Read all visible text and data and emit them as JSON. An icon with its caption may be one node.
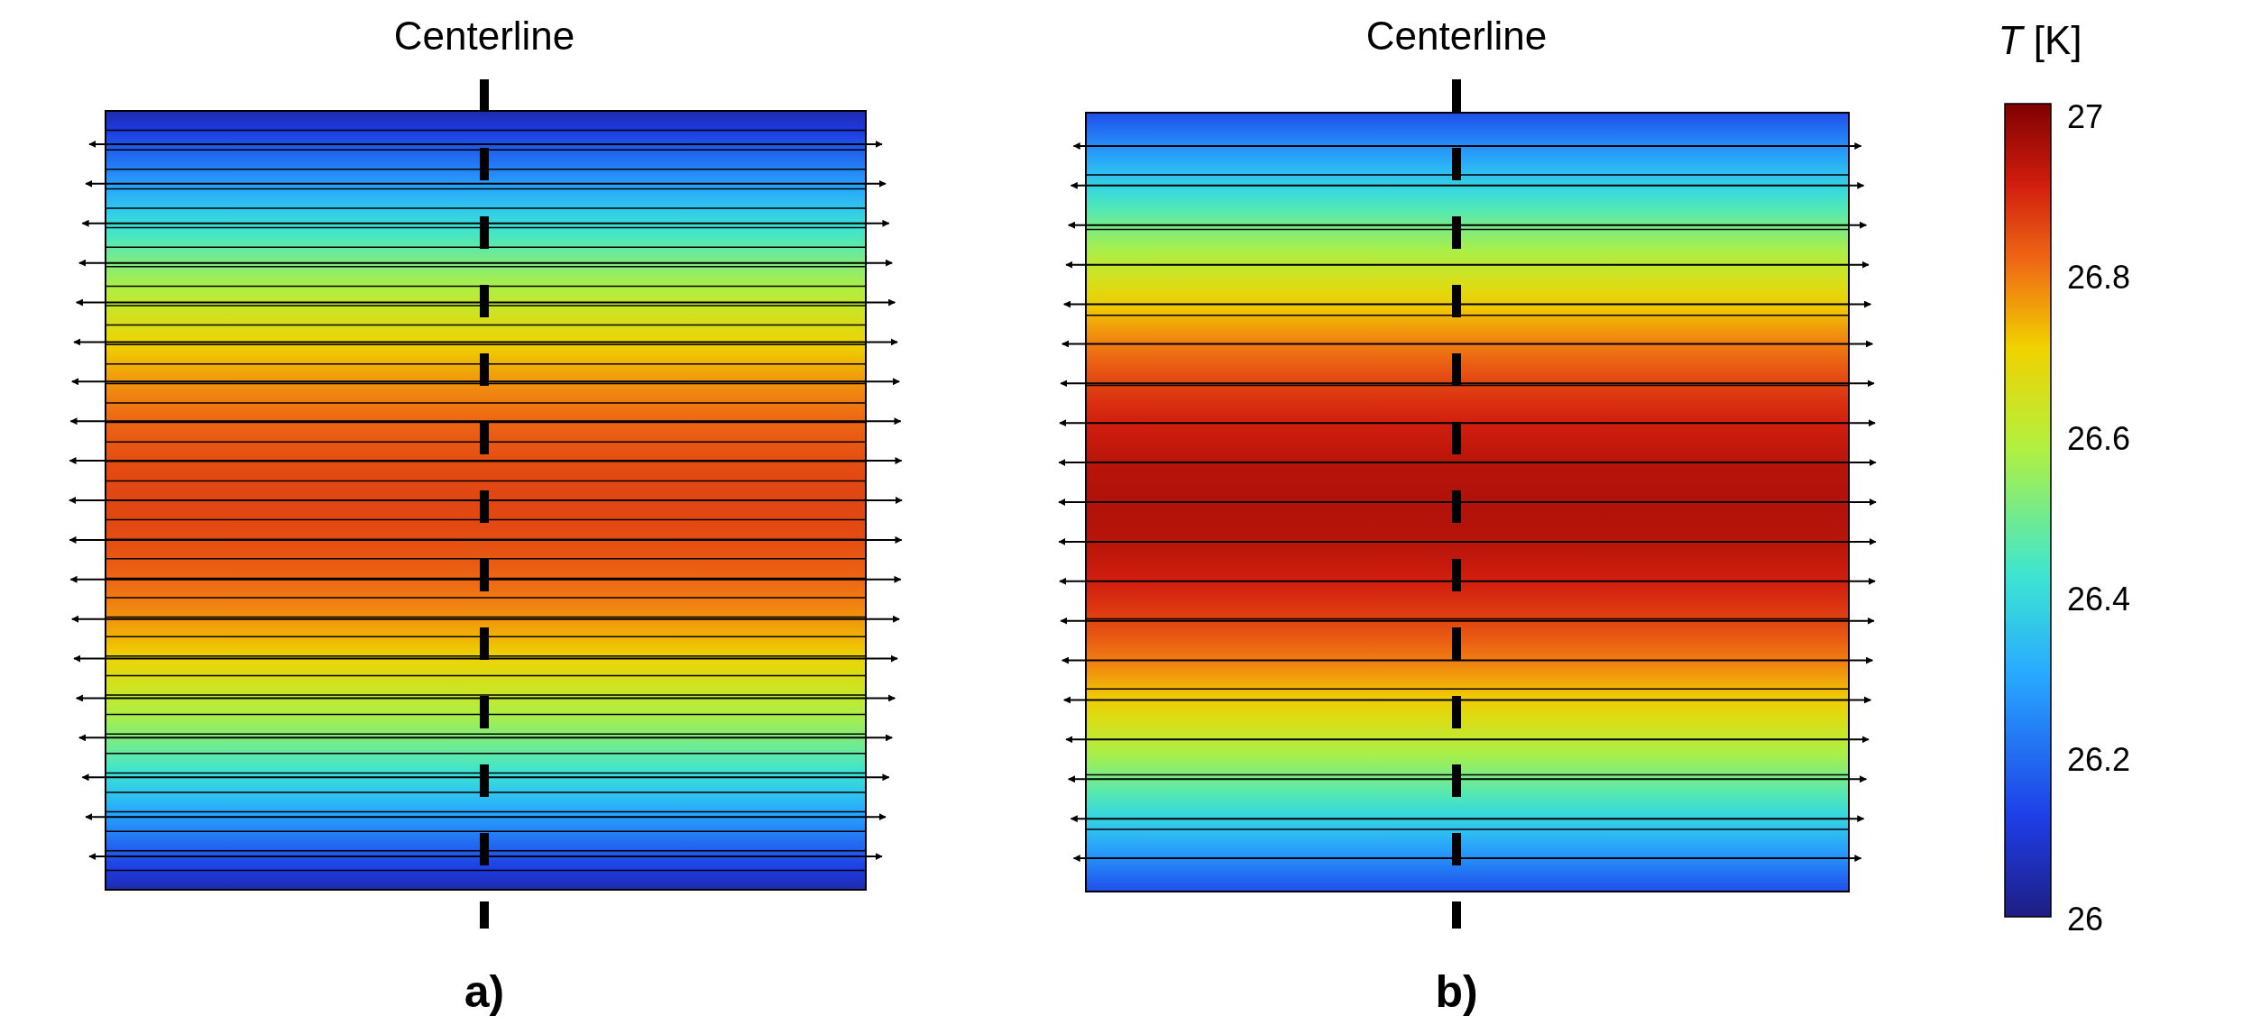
{
  "diagram": {
    "labels": [
      "Centerline",
      "Centerline",
      "*T* [K]",
      "27",
      "26.8",
      "26.6",
      "26.4",
      "26.2",
      "26",
      "a)",
      "b)"
    ]
  }
}
